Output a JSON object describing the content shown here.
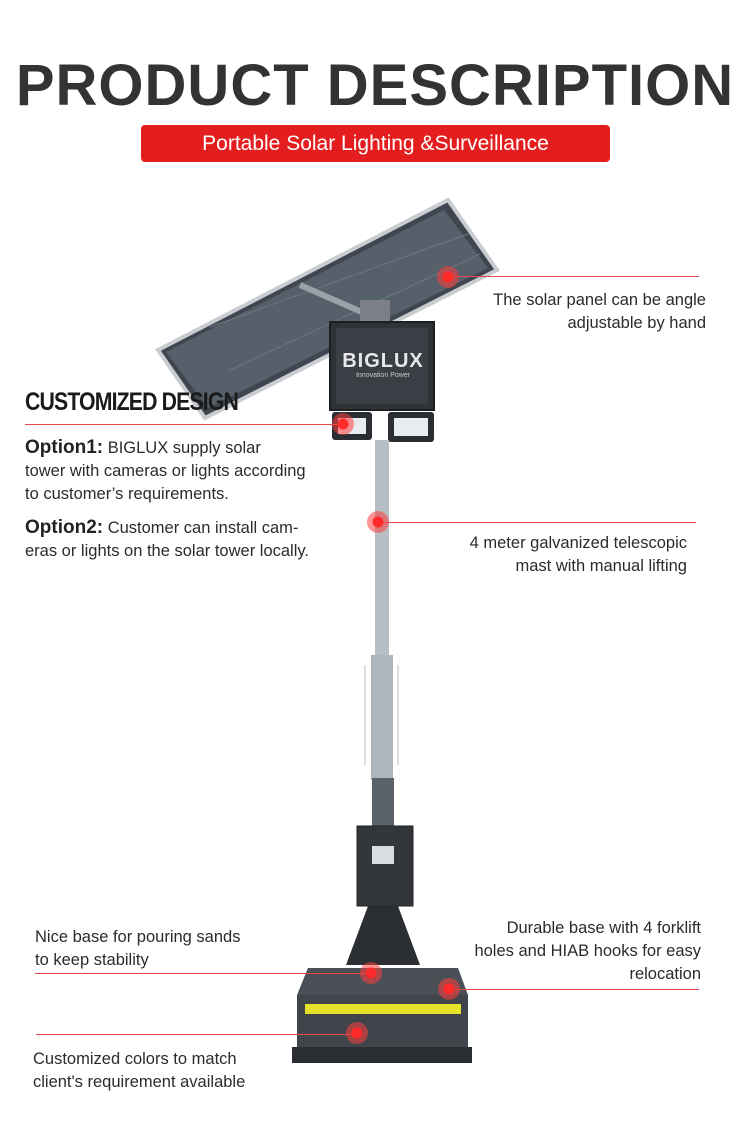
{
  "header": {
    "title": "PRODUCT DESCRIPTION",
    "subtitle": "Portable Solar Lighting &Surveillance"
  },
  "brand": {
    "name": "BIGLUX",
    "tagline": "Innovation Power",
    "accent_color": "#e41e1e"
  },
  "customized": {
    "heading": "CUSTOMIZED DESIGN",
    "option1_label": "Option1:",
    "option1_text_a": " BIGLUX supply solar",
    "option1_text_b": "tower with cameras or lights according",
    "option1_text_c": "to customer’s  requirements.",
    "option2_label": "Option2:",
    "option2_text_a": "  Customer can install cam-",
    "option2_text_b": "eras or lights on the solar tower locally."
  },
  "callouts": {
    "solar_panel_a": "The solar panel can be angle",
    "solar_panel_b": "adjustable by hand",
    "mast_a": "4 meter galvanized telescopic",
    "mast_b": "mast with manual lifting",
    "base_sand_a": "Nice base for pouring sands",
    "base_sand_b": "to keep stability",
    "durable_a": "Durable  base  with  4  forklift",
    "durable_b": "holes and HIAB hooks for easy",
    "durable_c": "relocation",
    "colors_a": "Customized  colors  to  match",
    "colors_b": "client's requirement available"
  }
}
